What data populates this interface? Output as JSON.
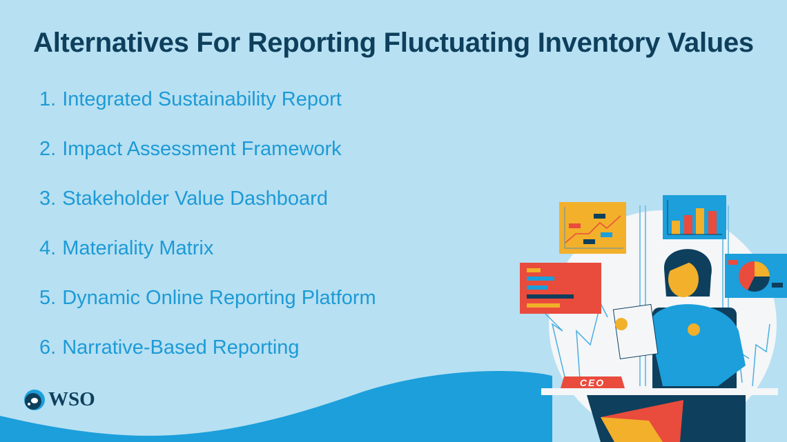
{
  "title": "Alternatives For Reporting Fluctuating Inventory Values",
  "items": [
    {
      "number": "1.",
      "label": "Integrated Sustainability Report"
    },
    {
      "number": "2.",
      "label": "Impact Assessment Framework"
    },
    {
      "number": "3.",
      "label": "Stakeholder Value Dashboard"
    },
    {
      "number": "4.",
      "label": "Materiality Matrix"
    },
    {
      "number": "5.",
      "label": "Dynamic Online Reporting Platform"
    },
    {
      "number": "6.",
      "label": "Narrative-Based Reporting"
    }
  ],
  "illustration": {
    "desk_sign": "CEO"
  },
  "logo": {
    "text": "WSO"
  },
  "colors": {
    "background": "#b7e0f2",
    "title": "#0e3f5c",
    "list": "#1d9ad6",
    "wave": "#1c9fdb"
  }
}
